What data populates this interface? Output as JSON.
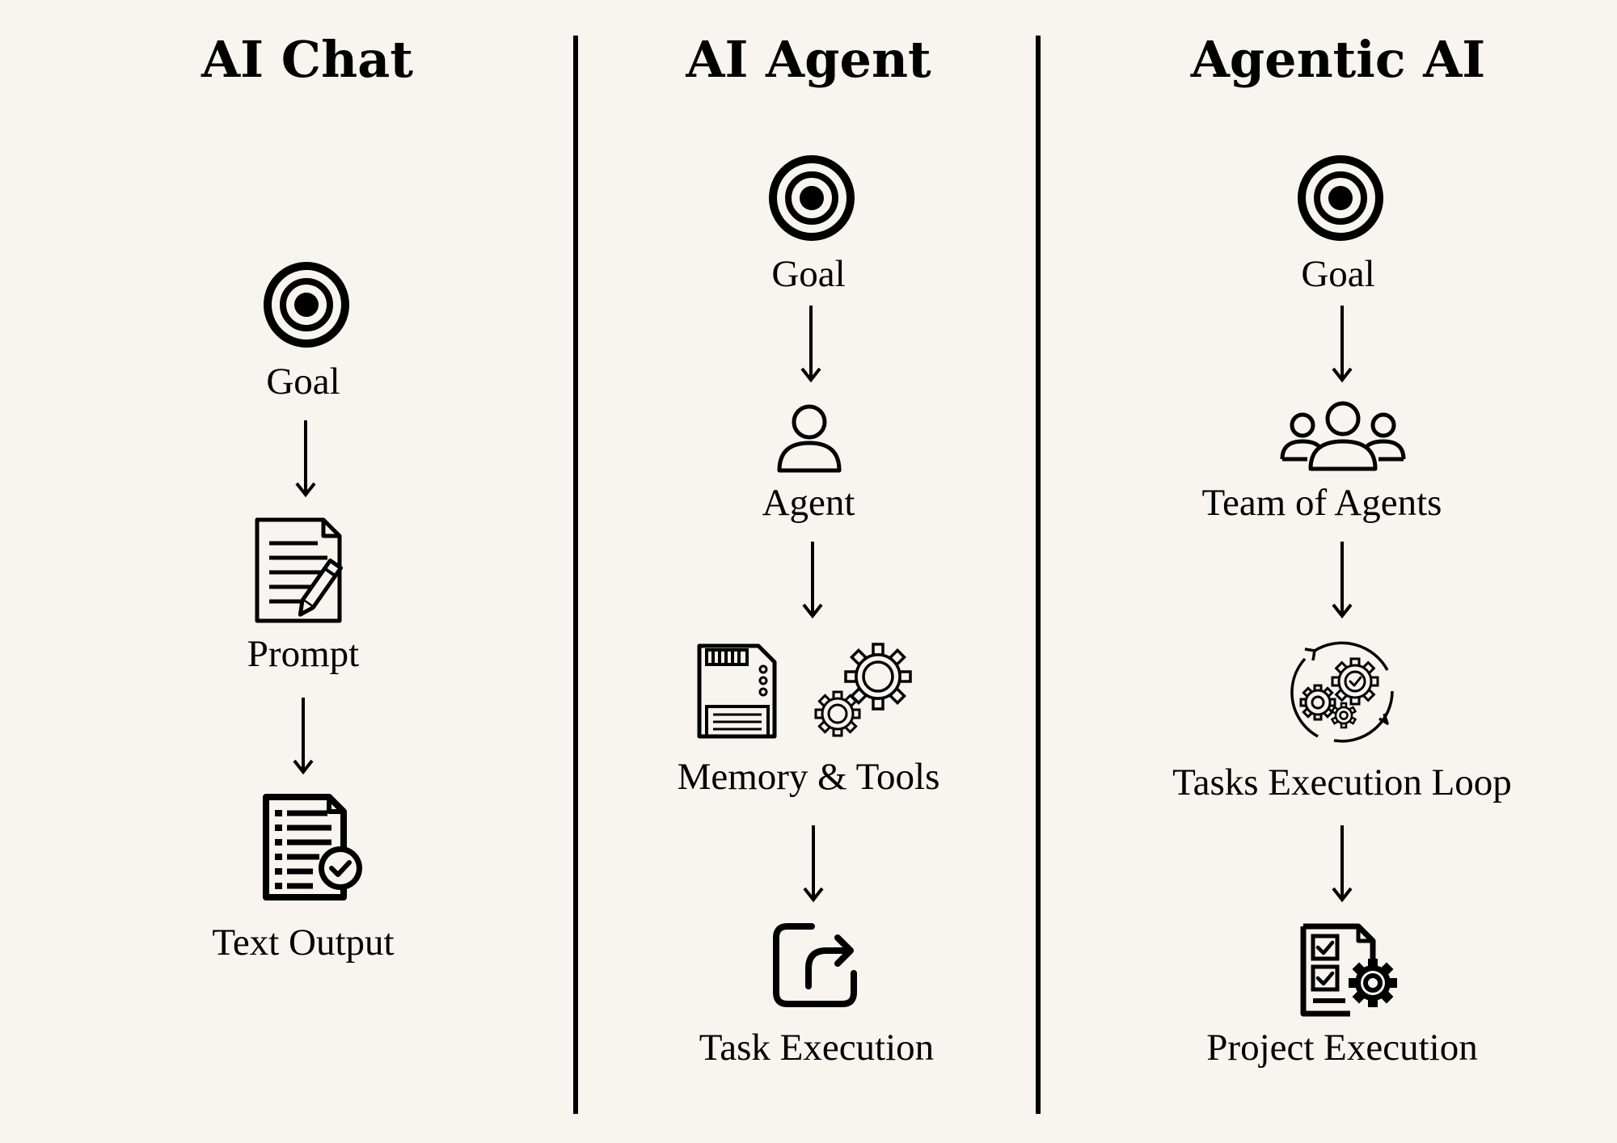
{
  "columns": [
    {
      "title": "AI Chat",
      "steps": [
        {
          "label": "Goal",
          "icon": "target-icon"
        },
        {
          "label": "Prompt",
          "icon": "document-pencil-icon"
        },
        {
          "label": "Text Output",
          "icon": "document-check-icon"
        }
      ]
    },
    {
      "title": "AI Agent",
      "steps": [
        {
          "label": "Goal",
          "icon": "target-icon"
        },
        {
          "label": "Agent",
          "icon": "person-icon"
        },
        {
          "label": "Memory & Tools",
          "icon": "memory-card-icon, gears-icon"
        },
        {
          "label": "Task Execution",
          "icon": "share-arrow-icon"
        }
      ]
    },
    {
      "title": "Agentic AI",
      "steps": [
        {
          "label": "Goal",
          "icon": "target-icon"
        },
        {
          "label": "Team of Agents",
          "icon": "team-icon"
        },
        {
          "label": "Tasks Execution Loop",
          "icon": "gears-cycle-icon"
        },
        {
          "label": "Project Execution",
          "icon": "checklist-gear-icon"
        }
      ]
    }
  ],
  "colors": {
    "background": "#f8f4ef",
    "ink": "#000000"
  }
}
